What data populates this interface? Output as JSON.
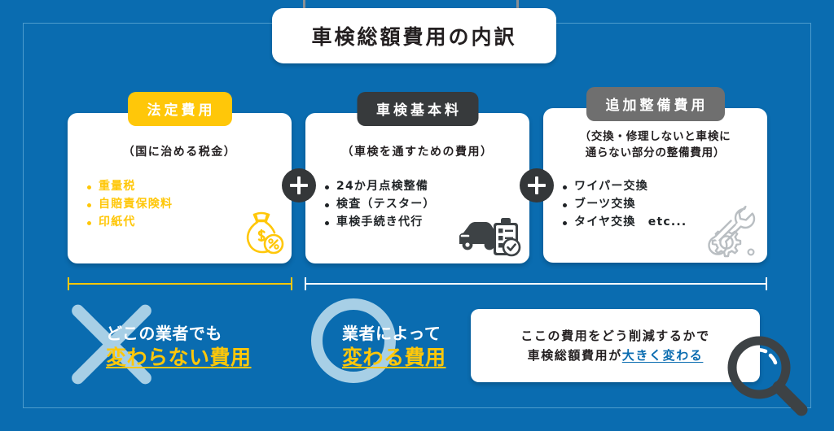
{
  "title": {
    "text": "車検総額費用の内訳",
    "pin_left_icon": "pin-icon",
    "pin_right_icon": "pin-icon"
  },
  "cards": [
    {
      "badge": "法定費用",
      "badge_color": "#ffc709",
      "subtitle": "（国に治める税金）",
      "bullets": [
        "重量税",
        "自賠責保険料",
        "印紙代"
      ],
      "bullet_color": "#ffc709",
      "icon": "money-bag-icon"
    },
    {
      "badge": "車検基本料",
      "badge_color": "#373a3c",
      "subtitle": "（車検を通すための費用）",
      "bullets": [
        "24か月点検整備",
        "検査（テスター）",
        "車検手続き代行"
      ],
      "bullet_color": "#1f2326",
      "icon": "car-checklist-icon"
    },
    {
      "badge": "追加整備費用",
      "badge_color": "#6f6f6f",
      "subtitle_line1": "（交換・修理しないと車検に",
      "subtitle_line2": "通らない部分の整備費用）",
      "bullets": [
        "ワイパー交換",
        "ブーツ交換",
        "タイヤ交換　etc..."
      ],
      "bullet_color": "#1f2326",
      "icon": "wrench-gear-icon"
    }
  ],
  "operators": [
    {
      "symbol": "+",
      "name": "plus-operator-1"
    },
    {
      "symbol": "+",
      "name": "plus-operator-2"
    }
  ],
  "brackets": [
    {
      "name": "bracket-fixed-cost",
      "color": "#ffc709"
    },
    {
      "name": "bracket-variable-cost",
      "color": "#ffffff"
    }
  ],
  "bottom": {
    "left": {
      "mark": "x-mark-icon",
      "line1": "どこの業者でも",
      "line2": "変わらない費用",
      "line1_color": "#ffffff",
      "line2_color": "#ffc709"
    },
    "right": {
      "mark": "circle-mark-icon",
      "line1": "業者によって",
      "line2": "変わる費用",
      "line1_color": "#ffffff",
      "line2_color": "#ffc709"
    }
  },
  "callout": {
    "line1": "ここの費用をどう削減するかで",
    "line2_prefix": "車検総額費用が",
    "line2_highlight": "大きく変わる",
    "highlight_color": "#0a6cb0",
    "icon": "magnifier-icon"
  },
  "theme": {
    "background": "#0a6cb0",
    "frame_border": "#4d9ccd",
    "card_background": "#ffffff",
    "accent_yellow": "#ffc709",
    "mark_blue": "#a7cfe6",
    "dark": "#343739"
  }
}
